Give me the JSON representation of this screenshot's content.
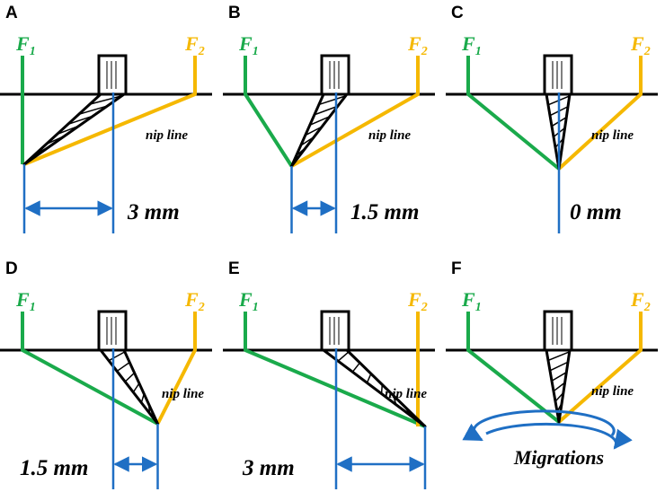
{
  "colors": {
    "f1": "#1aaa4b",
    "f2": "#f5b800",
    "blue": "#1f6fc4",
    "black": "#000000"
  },
  "force_labels": {
    "f1_main": "F",
    "f1_sub": "1",
    "f2_main": "F",
    "f2_sub": "2"
  },
  "nip_label": "nip line",
  "migrations_label": "Migrations",
  "panels": [
    {
      "id": "A",
      "distance": "3 mm",
      "offset_mm": -3.0
    },
    {
      "id": "B",
      "distance": "1.5 mm",
      "offset_mm": -1.5
    },
    {
      "id": "C",
      "distance": "0 mm",
      "offset_mm": 0
    },
    {
      "id": "D",
      "distance": "1.5 mm",
      "offset_mm": 1.5
    },
    {
      "id": "E",
      "distance": "3 mm",
      "offset_mm": 3.0
    },
    {
      "id": "F",
      "distance": "",
      "offset_mm": null
    }
  ]
}
